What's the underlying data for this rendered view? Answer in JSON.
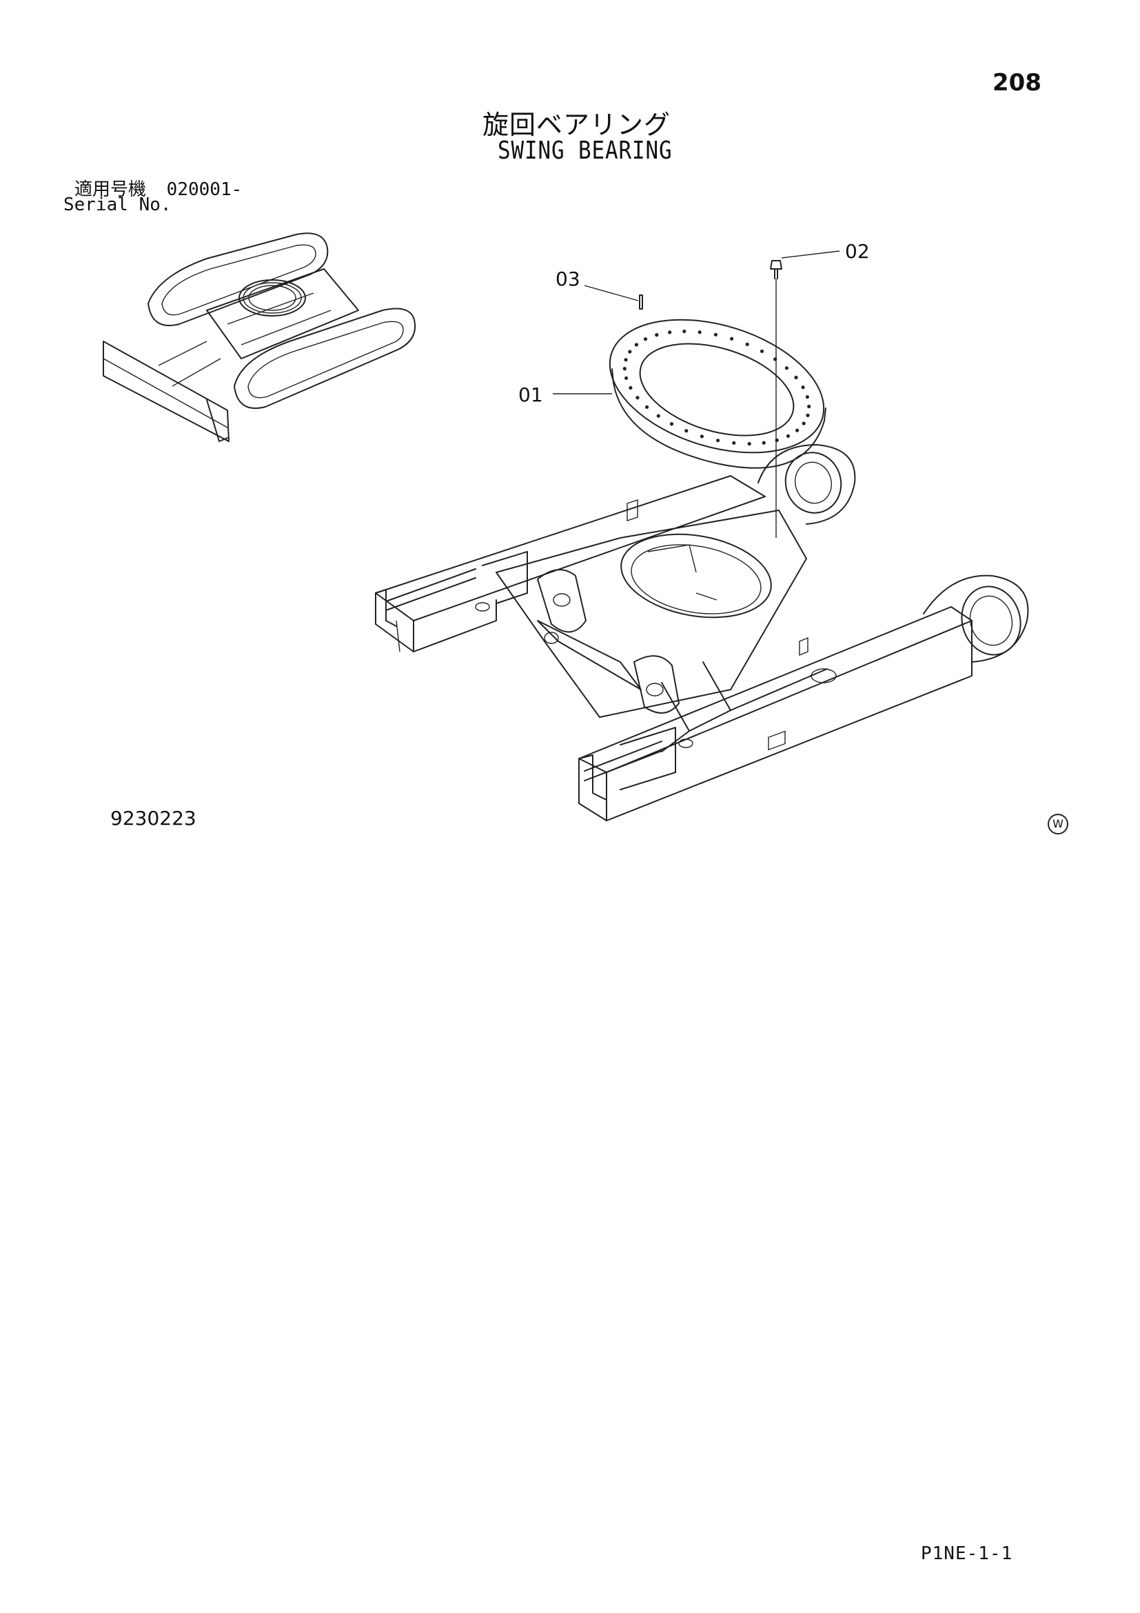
{
  "page": {
    "number": "208",
    "code": "P1NE-1-1"
  },
  "title": {
    "jp": "旋回ベアリング",
    "en": "SWING BEARING"
  },
  "serial": {
    "jp_label": "適用号機",
    "value": "020001-",
    "en_label": "Serial No."
  },
  "figure": {
    "id": "9230223",
    "mark": "W"
  },
  "callouts": [
    {
      "ref": "01"
    },
    {
      "ref": "02"
    },
    {
      "ref": "03"
    }
  ]
}
